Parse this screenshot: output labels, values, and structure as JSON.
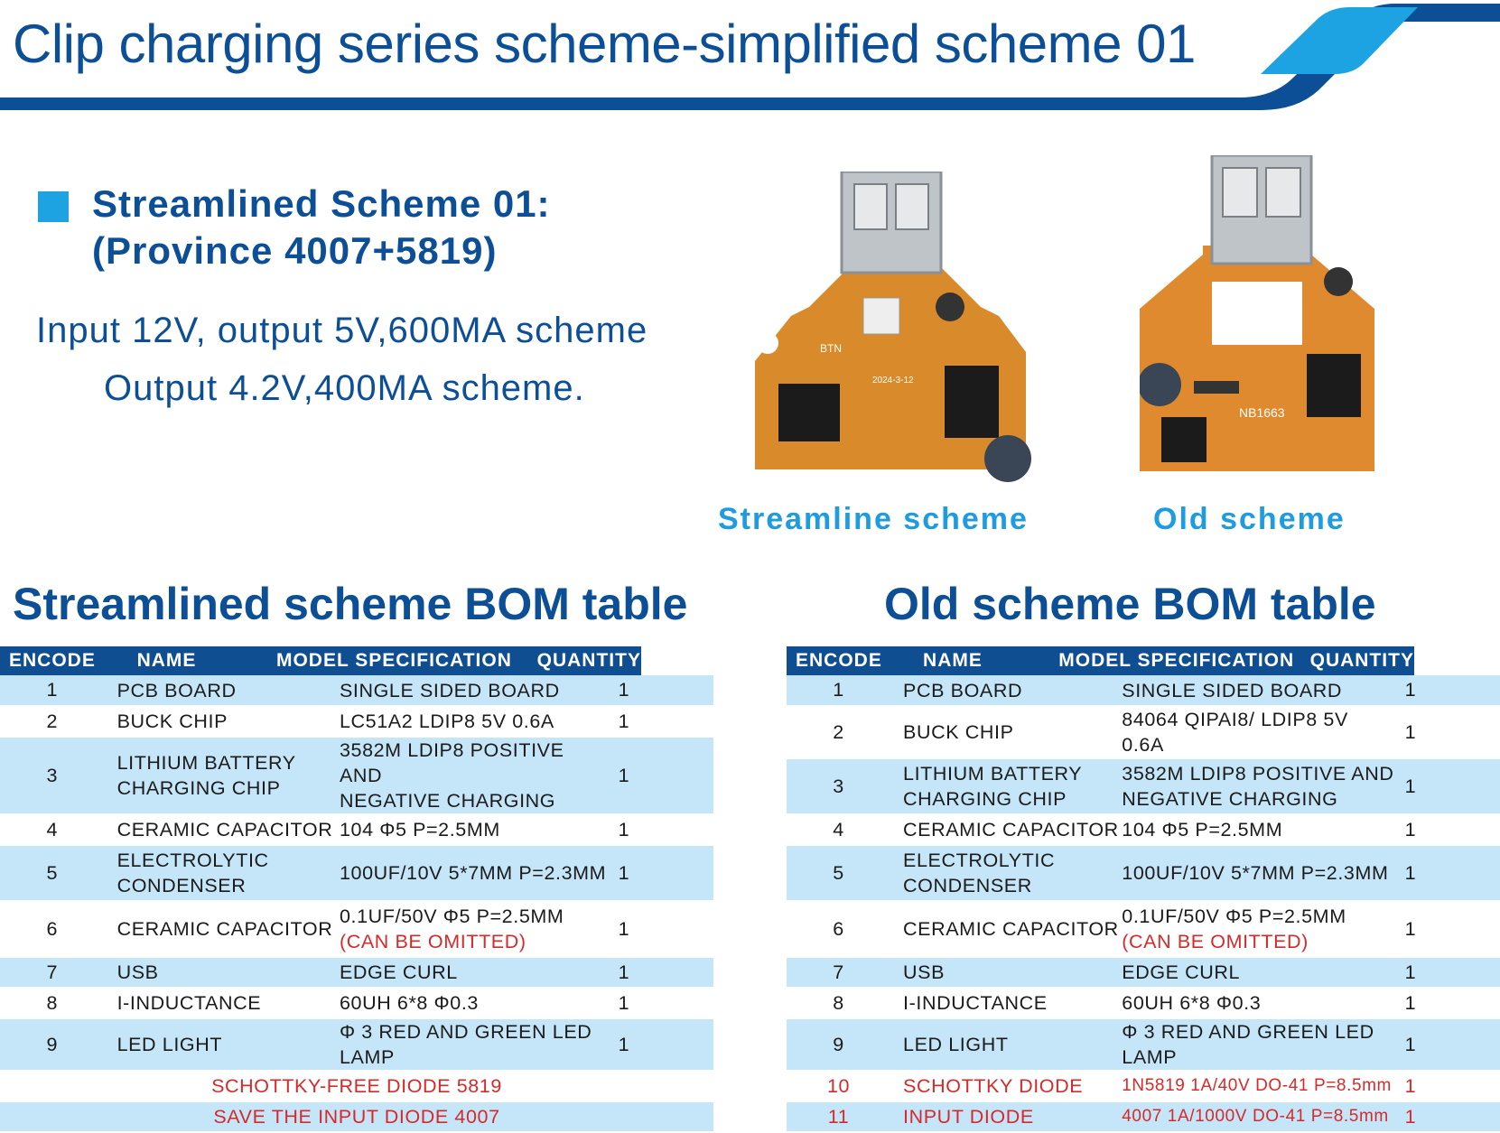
{
  "header": {
    "title": "Clip charging series scheme-simplified scheme 01"
  },
  "scheme": {
    "title_line1": "Streamlined Scheme 01:",
    "title_line2": "(Province 4007+5819)",
    "desc1": "Input 12V, output 5V,600MA scheme",
    "desc2": "Output 4.2V,400MA scheme."
  },
  "captions": {
    "left": "Streamline scheme",
    "right": "Old scheme"
  },
  "colors": {
    "primary": "#0c4f97",
    "accent": "#1ea3e2",
    "row_alt": "#c5e5f8",
    "warning": "#d62a2a",
    "pcb": "#d98b2b"
  },
  "tables": {
    "headers": {
      "encode": "ENCODE",
      "name": "NAME",
      "model": "MODEL SPECIFICATION",
      "quantity": "QUANTITY"
    },
    "left": {
      "title": "Streamlined scheme BOM table",
      "rows": [
        {
          "enc": "1",
          "name1": "PCB BOARD",
          "name2": "",
          "spec1": "SINGLE SIDED BOARD",
          "spec2": "",
          "qty": "1"
        },
        {
          "enc": "2",
          "name1": "BUCK CHIP",
          "name2": "",
          "spec1": "LC51A2 LDIP8 5V 0.6A",
          "spec2": "",
          "qty": "1"
        },
        {
          "enc": "3",
          "name1": "LITHIUM BATTERY",
          "name2": "CHARGING CHIP",
          "spec1": "3582M LDIP8 POSITIVE AND",
          "spec2": "NEGATIVE CHARGING",
          "qty": "1"
        },
        {
          "enc": "4",
          "name1": "CERAMIC CAPACITOR",
          "name2": "",
          "spec1": "104 Φ5 P=2.5MM",
          "spec2": "",
          "qty": "1"
        },
        {
          "enc": "5",
          "name1": "ELECTROLYTIC",
          "name2": "CONDENSER",
          "spec1": "100UF/10V 5*7MM P=2.3MM",
          "spec2": "",
          "qty": "1"
        },
        {
          "enc": "6",
          "name1": "CERAMIC CAPACITOR",
          "name2": "",
          "spec1": "0.1UF/50V Φ5 P=2.5MM",
          "spec2": "(CAN BE OMITTED)",
          "qty": "1"
        },
        {
          "enc": "7",
          "name1": "USB",
          "name2": "",
          "spec1": "EDGE CURL",
          "spec2": "",
          "qty": "1"
        },
        {
          "enc": "8",
          "name1": "I-INDUCTANCE",
          "name2": "",
          "spec1": "60UH 6*8 Φ0.3",
          "spec2": "",
          "qty": "1"
        },
        {
          "enc": "9",
          "name1": "LED LIGHT",
          "name2": "",
          "spec1": "Φ 3 RED AND GREEN LED LAMP",
          "spec2": "",
          "qty": "1"
        }
      ],
      "notes": [
        "SCHOTTKY-FREE DIODE 5819",
        "SAVE THE INPUT DIODE 4007"
      ]
    },
    "right": {
      "title": "Old scheme BOM table",
      "rows": [
        {
          "enc": "1",
          "name1": "PCB BOARD",
          "name2": "",
          "spec1": "SINGLE SIDED BOARD",
          "spec2": "",
          "qty": "1"
        },
        {
          "enc": "2",
          "name1": "BUCK CHIP",
          "name2": "",
          "spec1": "84064  QIPAI8/ LDIP8 5V 0.6A",
          "spec2": "",
          "qty": "1"
        },
        {
          "enc": "3",
          "name1": "LITHIUM BATTERY",
          "name2": "CHARGING CHIP",
          "spec1": "3582M LDIP8 POSITIVE AND",
          "spec2": "NEGATIVE CHARGING",
          "qty": "1"
        },
        {
          "enc": "4",
          "name1": "CERAMIC CAPACITOR",
          "name2": "",
          "spec1": "104 Φ5 P=2.5MM",
          "spec2": "",
          "qty": "1"
        },
        {
          "enc": "5",
          "name1": "ELECTROLYTIC",
          "name2": "CONDENSER",
          "spec1": "100UF/10V 5*7MM P=2.3MM",
          "spec2": "",
          "qty": "1"
        },
        {
          "enc": "6",
          "name1": "CERAMIC CAPACITOR",
          "name2": "",
          "spec1": "0.1UF/50V Φ5 P=2.5MM",
          "spec2": "(CAN BE OMITTED)",
          "qty": "1"
        },
        {
          "enc": "7",
          "name1": "USB",
          "name2": "",
          "spec1": "EDGE CURL",
          "spec2": "",
          "qty": "1"
        },
        {
          "enc": "8",
          "name1": "I-INDUCTANCE",
          "name2": "",
          "spec1": "60UH 6*8 Φ0.3",
          "spec2": "",
          "qty": "1"
        },
        {
          "enc": "9",
          "name1": "LED LIGHT",
          "name2": "",
          "spec1": "Φ 3 RED AND GREEN LED LAMP",
          "spec2": "",
          "qty": "1"
        },
        {
          "enc": "10",
          "name1": "SCHOTTKY DIODE",
          "name2": "",
          "spec1": "1N5819  1A/40V  DO-41  P=8.5mm",
          "spec2": "",
          "qty": "1"
        },
        {
          "enc": "11",
          "name1": "INPUT DIODE",
          "name2": "",
          "spec1": "4007  1A/1000V  DO-41  P=8.5mm",
          "spec2": "",
          "qty": "1"
        }
      ]
    }
  }
}
